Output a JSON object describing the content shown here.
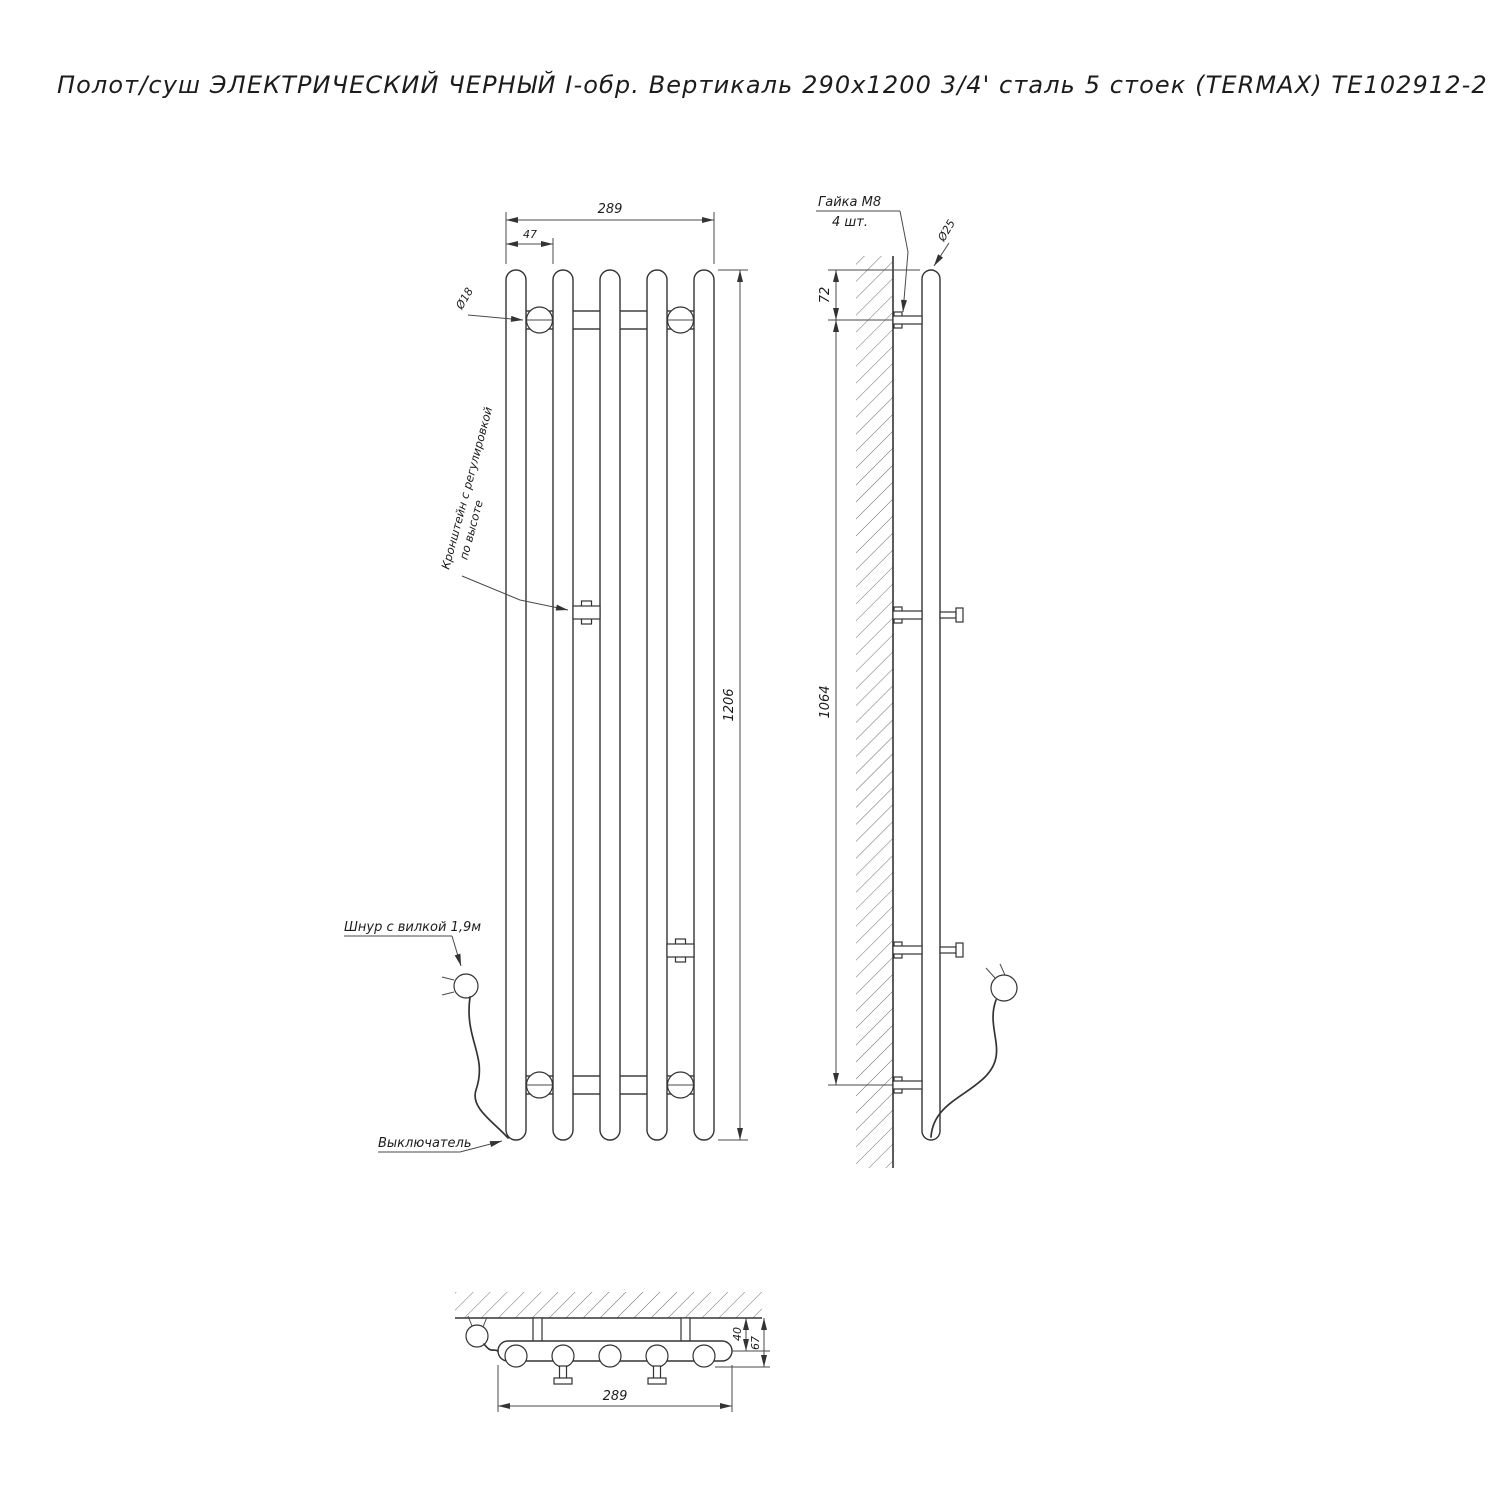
{
  "title": "Полот/суш ЭЛЕКТРИЧЕСКИЙ ЧЕРНЫЙ I-обр. Вертикаль 290x1200 3/4' сталь 5 стоек (TERMAX) TE102912-2",
  "front_view": {
    "dim_width": "289",
    "dim_pitch": "47",
    "dim_cap_diameter": "Ø18",
    "dim_height": "1206",
    "label_bracket_line1": "Кронштейн с регулировкой",
    "label_bracket_line2": "по высоте",
    "label_cord": "Шнур с вилкой 1,9м",
    "label_switch": "Выключатель"
  },
  "side_view": {
    "label_nut_line1": "Гайка М8",
    "label_nut_line2": "4 шт.",
    "dim_tube_diameter": "Ø25",
    "dim_top_offset": "72",
    "dim_bracket_span": "1064"
  },
  "bottom_view": {
    "dim_wall_to_axis": "40",
    "dim_depth": "67",
    "dim_width": "289"
  }
}
